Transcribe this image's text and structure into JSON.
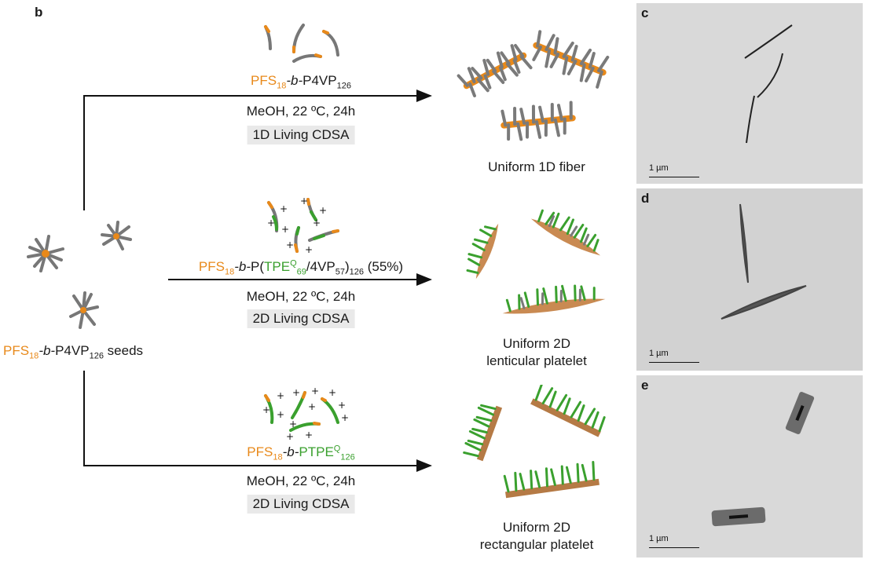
{
  "panel_b": {
    "letter": "b",
    "seeds": {
      "pfs": "PFS",
      "pfs_sub": "18",
      "b": "-b-",
      "p4vp": "P4VP",
      "p4vp_sub": "126",
      "suffix": " seeds"
    },
    "top": {
      "polymer": {
        "pfs": "PFS",
        "pfs_sub": "18",
        "b": "-b-",
        "p4vp": "P4VP",
        "p4vp_sub": "126"
      },
      "conditions": "MeOH, 22 ºC, 24h",
      "cdsa": "1D Living CDSA",
      "result": "Uniform 1D fiber"
    },
    "middle": {
      "polymer": {
        "pfs": "PFS",
        "pfs_sub": "18",
        "b": "-b-",
        "p_open": "P(",
        "tpe": "TPE",
        "tpe_sup": "Q",
        "tpe_sub": "69",
        "slash": "/4VP",
        "vp_sub": "57",
        "close": ")",
        "close_sub": "126",
        "pct": " (55%)"
      },
      "conditions": "MeOH, 22 ºC, 24h",
      "cdsa": "2D Living CDSA",
      "result_line1": "Uniform 2D",
      "result_line2": "lenticular platelet"
    },
    "bottom": {
      "polymer": {
        "pfs": "PFS",
        "pfs_sub": "18",
        "b": "-b-",
        "ptpe": "PTPE",
        "ptpe_sup": "Q",
        "ptpe_sub": "126"
      },
      "conditions": "MeOH, 22 ºC, 24h",
      "cdsa": "2D Living CDSA",
      "result_line1": "Uniform 2D",
      "result_line2": "rectangular platelet"
    }
  },
  "micrographs": [
    {
      "letter": "c",
      "scale": "1 µm"
    },
    {
      "letter": "d",
      "scale": "1 µm"
    },
    {
      "letter": "e",
      "scale": "1 µm"
    }
  ],
  "colors": {
    "pfs": "#e8891a",
    "tpe": "#3aa02e",
    "p4vp": "#7a7a7a",
    "arrow": "#111111",
    "tem_bg": "#dcdcdc"
  }
}
